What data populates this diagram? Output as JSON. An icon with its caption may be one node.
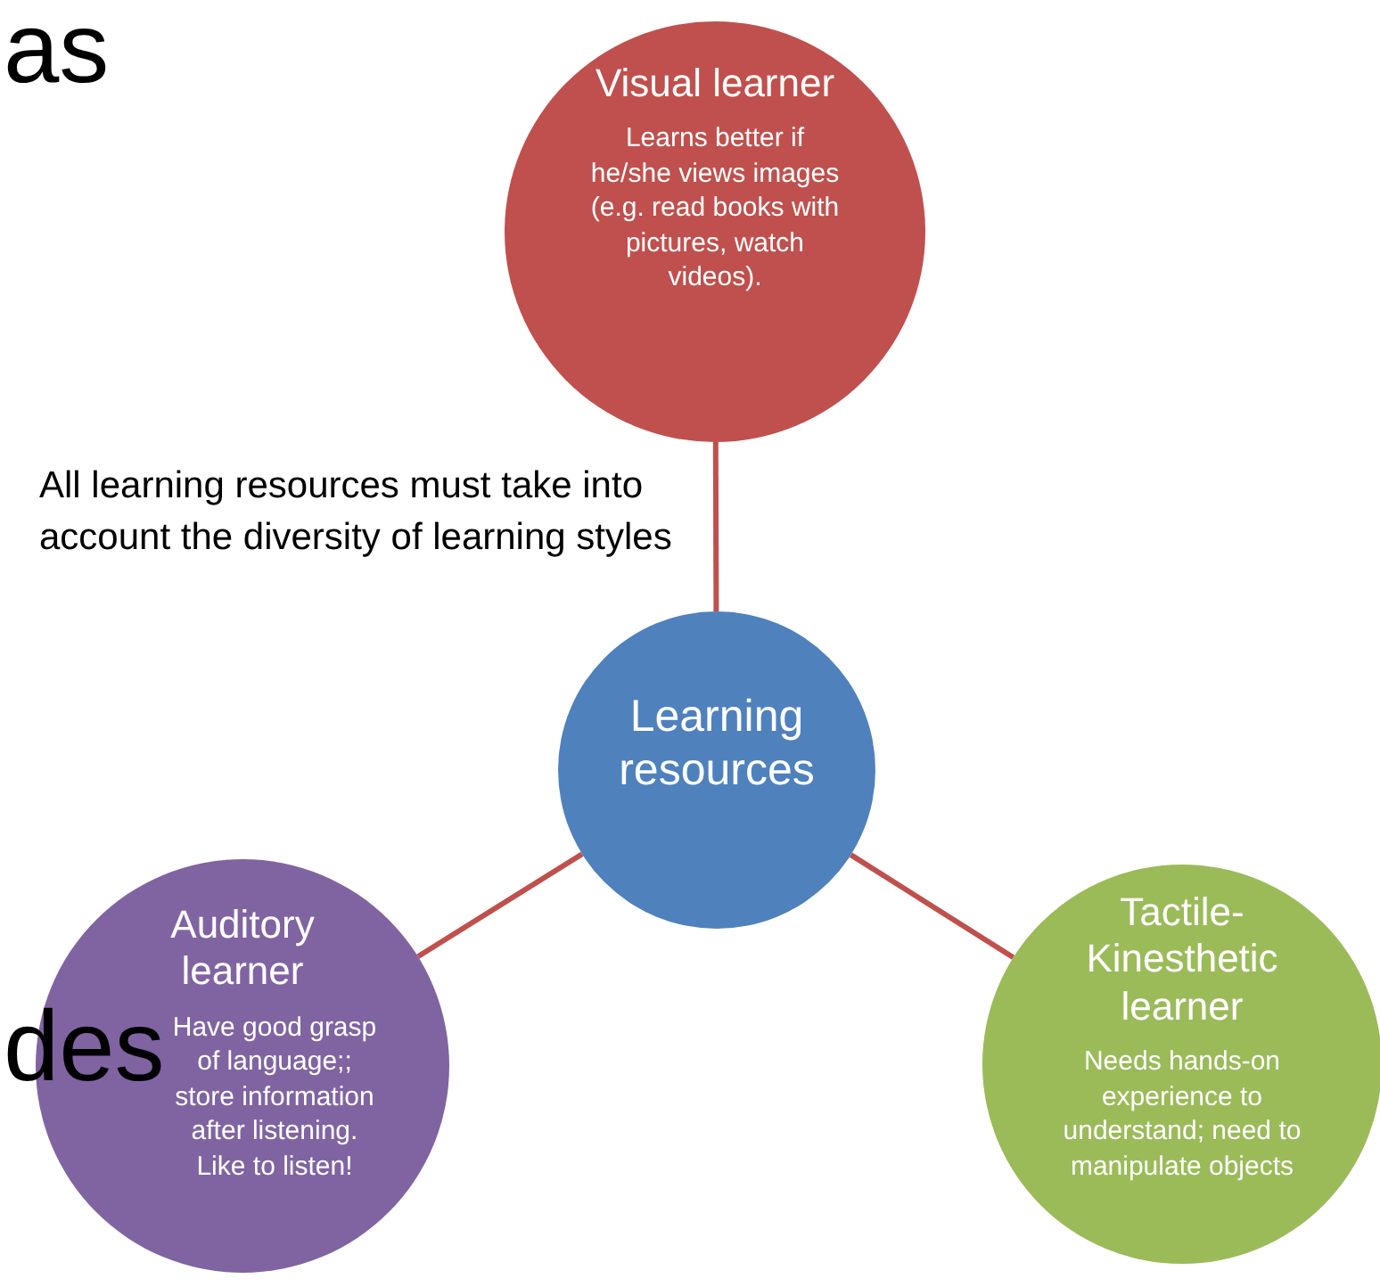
{
  "diagram": {
    "nodes": [
      {
        "text": [
          "Visual learner",
          "Learns better if he/she views images (e.g. read books with pictures, watch videos)."
        ]
      },
      {
        "text": [
          "Learning resources"
        ]
      },
      {
        "text": [
          "Auditory learner",
          "Have good grasp of language;; store information after listening. Like to listen!"
        ]
      },
      {
        "text": [
          "Tactile-Kinesthetic learner",
          "Needs hands-on experience to understand; need to manipulate objects"
        ]
      }
    ],
    "edges": [
      {
        "from": 1,
        "to": 0,
        "arrow": "none"
      },
      {
        "from": 1,
        "to": 2,
        "arrow": "none"
      },
      {
        "from": 1,
        "to": 3,
        "arrow": "none"
      }
    ],
    "labels": [
      "as",
      "All learning resources must take into account the diversity of learning styles",
      "des"
    ]
  }
}
